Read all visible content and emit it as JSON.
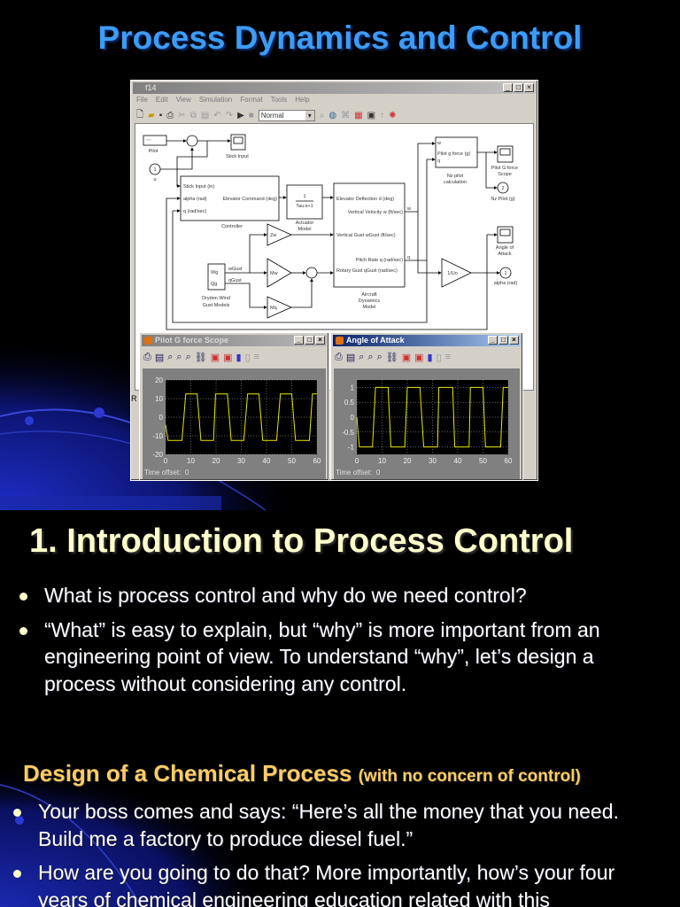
{
  "slide1": {
    "title": "Process Dynamics and Control",
    "simulink_window": {
      "title": "f14",
      "menu": [
        "File",
        "Edit",
        "View",
        "Simulation",
        "Format",
        "Tools",
        "Help"
      ],
      "sim_mode": "Normal",
      "status_text": "R",
      "diagram": {
        "pilot": "Pilot",
        "stick_input": "Stick Input",
        "inport_u_num": "1",
        "inport_u": "u",
        "controller": "Controller",
        "controller_in1": "Stick Input (in)",
        "controller_in2": "alpha (rad)",
        "controller_out": "Elevator Command (deg)",
        "controller_in3": "q (rad/sec)",
        "actuator_num": "1",
        "actuator_den": "Tau.s+1",
        "actuator_label1": "Actuator",
        "actuator_label2": "Model",
        "aircraft_in1": "Elevator Deflection d (deg)",
        "aircraft_out1": "Vertical Velocity w (ft/sec)",
        "aircraft_in2": "Vertical Gust wGust (ft/sec)",
        "aircraft_out2": "Pitch Rate q (rad/sec)",
        "aircraft_in3": "Rotary Gust qGust (rad/sec)",
        "aircraft_label1": "Aircraft",
        "aircraft_label2": "Dynamics",
        "aircraft_label3": "Model",
        "nz_in1": "w",
        "nz_out": "Pilot g force (g)",
        "nz_in2": "q",
        "nz_label1": "Nz pilot",
        "nz_label2": "calculation",
        "gscope_label1": "Pilot G force",
        "gscope_label2": "Scope",
        "out2_num": "2",
        "out2_label": "Nz Pilot (g)",
        "aoa_label1": "Angle of",
        "aoa_label2": "Attack",
        "gain_uo": "1/Uo",
        "out1_num": "1",
        "out1_label": "alpha (rad)",
        "signal_w": "w",
        "signal_q": "q",
        "dryden_wg": "Wg",
        "dryden_qg": "Qg",
        "dryden_label1": "Dryden Wind",
        "dryden_label2": "Gust Models",
        "sig_wgust": "wGust",
        "sig_qgust": "qGust",
        "gain_zw": "Zw",
        "gain_mw": "Mw",
        "gain_mq": "Mq"
      }
    },
    "scopes": [
      {
        "title": "Pilot G force Scope",
        "active": false,
        "time_offset_label": "Time offset:",
        "time_offset": "0",
        "chart_data": {
          "type": "line",
          "xlim": [
            0,
            60
          ],
          "ylim": [
            -20,
            20
          ],
          "xticks": [
            "0",
            "10",
            "20",
            "30",
            "40",
            "50",
            "60"
          ],
          "yticks": [
            "20",
            "10",
            "0",
            "-10",
            "-20"
          ],
          "grid": true,
          "line_color": "#e8e800",
          "points": [
            [
              0,
              -4
            ],
            [
              1,
              -12.5
            ],
            [
              6.5,
              -12.5
            ],
            [
              8,
              12.5
            ],
            [
              12.5,
              12.5
            ],
            [
              14,
              -12.5
            ],
            [
              19,
              -12.5
            ],
            [
              19.8,
              12.5
            ],
            [
              24.5,
              12.5
            ],
            [
              26,
              -12.5
            ],
            [
              31,
              -12.5
            ],
            [
              32.5,
              12.5
            ],
            [
              37,
              12.5
            ],
            [
              38.5,
              -12.5
            ],
            [
              44,
              -12.5
            ],
            [
              45.5,
              12.5
            ],
            [
              50,
              12.5
            ],
            [
              51.5,
              -12.5
            ],
            [
              57,
              -12.5
            ],
            [
              58.2,
              12.5
            ],
            [
              60,
              12.5
            ]
          ]
        }
      },
      {
        "title": "Angle of  Attack",
        "active": true,
        "time_offset_label": "Time offset:",
        "time_offset": "0",
        "chart_data": {
          "type": "line",
          "xlim": [
            0,
            60
          ],
          "ylim": [
            -1.25,
            1.25
          ],
          "xticks": [
            "0",
            "10",
            "20",
            "30",
            "40",
            "50",
            "60"
          ],
          "yticks": [
            "1",
            "0.5",
            "0",
            "-0.5",
            "-1"
          ],
          "grid": true,
          "line_color": "#e8e800",
          "points": [
            [
              0,
              0
            ],
            [
              1,
              -1
            ],
            [
              6.2,
              -1
            ],
            [
              7.4,
              1
            ],
            [
              12.4,
              1
            ],
            [
              13.5,
              -1
            ],
            [
              19,
              -1
            ],
            [
              20,
              1
            ],
            [
              25,
              1
            ],
            [
              26.5,
              -1
            ],
            [
              32,
              -1
            ],
            [
              32.5,
              1
            ],
            [
              38,
              1
            ],
            [
              38.8,
              -1
            ],
            [
              44.5,
              -1
            ],
            [
              45,
              1
            ],
            [
              50,
              1
            ],
            [
              51,
              -1
            ],
            [
              57,
              -1
            ],
            [
              58,
              1
            ],
            [
              60,
              1
            ]
          ]
        }
      }
    ]
  },
  "slide2": {
    "heading": "1. Introduction to Process Control",
    "bullets": [
      "What is process control and why do we need control?",
      "“What” is easy to explain, but “why” is more important from an engineering point of view. To understand “why”, let’s design a process without considering any control."
    ],
    "subheading": "Design of a Chemical Process",
    "subheading_note": "(with no concern of control)",
    "bullets2": [
      "Your boss comes and says: “Here’s all the money that you need. Build me a factory to produce diesel fuel.”",
      "How are you going to do that? More importantly, how’s your four years of chemical engineering education related with this"
    ]
  },
  "colors": {
    "title": "#3d9cf5",
    "heading": "#ffffcc",
    "subheading": "#ffcc66",
    "background": "#000000",
    "accent_swoosh": "#1a2aa8"
  }
}
